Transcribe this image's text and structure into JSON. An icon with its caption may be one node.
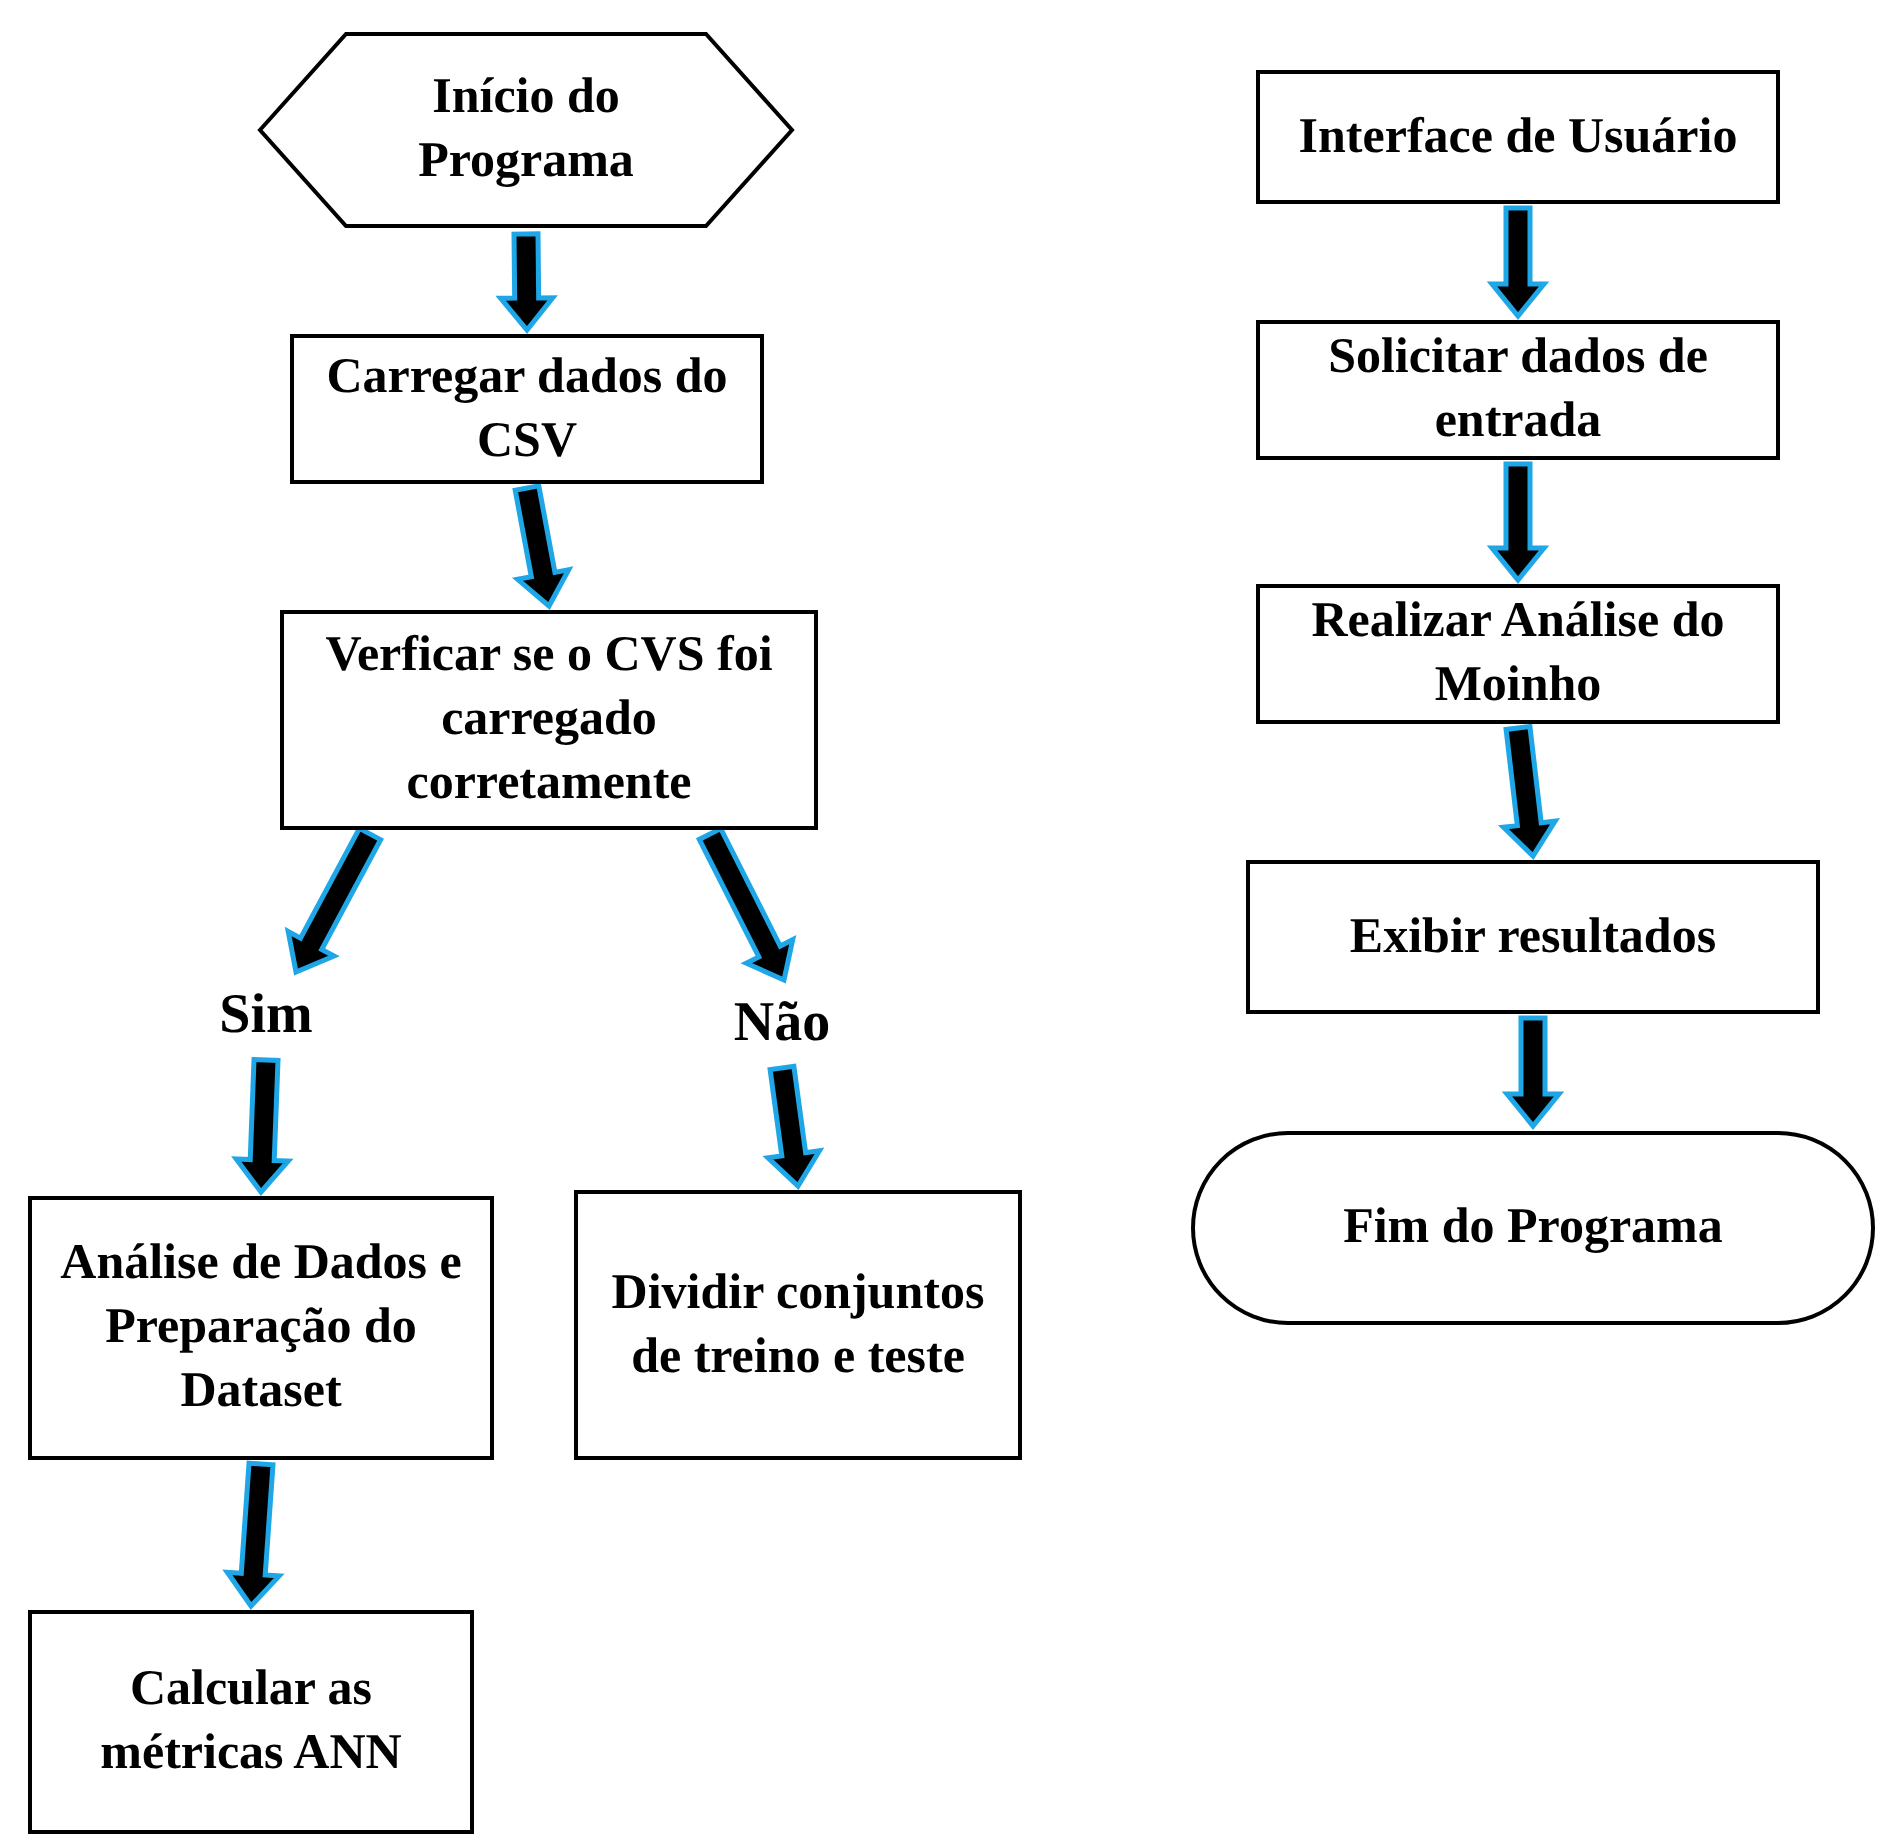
{
  "diagram": {
    "nodes": [
      {
        "text": [
          "Início do Programa"
        ]
      },
      {
        "text": [
          "Carregar dados do CSV"
        ]
      },
      {
        "text": [
          "Verficar se o CVS foi carregado corretamente"
        ]
      },
      {
        "text": [
          "Sim"
        ]
      },
      {
        "text": [
          "Não"
        ]
      },
      {
        "text": [
          "Análise de Dados e Preparação do Dataset"
        ]
      },
      {
        "text": [
          "Dividir conjuntos de treino e teste"
        ]
      },
      {
        "text": [
          "Calcular as métricas ANN"
        ]
      },
      {
        "text": [
          "Interface de Usuário"
        ]
      },
      {
        "text": [
          "Solicitar dados de entrada"
        ]
      },
      {
        "text": [
          "Realizar Análise do Moinho"
        ]
      },
      {
        "text": [
          "Exibir resultados"
        ]
      },
      {
        "text": [
          "Fim do Programa"
        ]
      }
    ],
    "edges": [
      {
        "from": 0,
        "to": 1,
        "arrow": "to"
      },
      {
        "from": 1,
        "to": 2,
        "arrow": "to"
      },
      {
        "from": 2,
        "to": 3,
        "arrow": "to"
      },
      {
        "from": 2,
        "to": 4,
        "arrow": "to"
      },
      {
        "from": 3,
        "to": 5,
        "arrow": "to"
      },
      {
        "from": 4,
        "to": 6,
        "arrow": "to"
      },
      {
        "from": 5,
        "to": 7,
        "arrow": "to"
      },
      {
        "from": 8,
        "to": 9,
        "arrow": "to"
      },
      {
        "from": 9,
        "to": 10,
        "arrow": "to"
      },
      {
        "from": 10,
        "to": 11,
        "arrow": "to"
      },
      {
        "from": 11,
        "to": 12,
        "arrow": "to"
      }
    ]
  }
}
